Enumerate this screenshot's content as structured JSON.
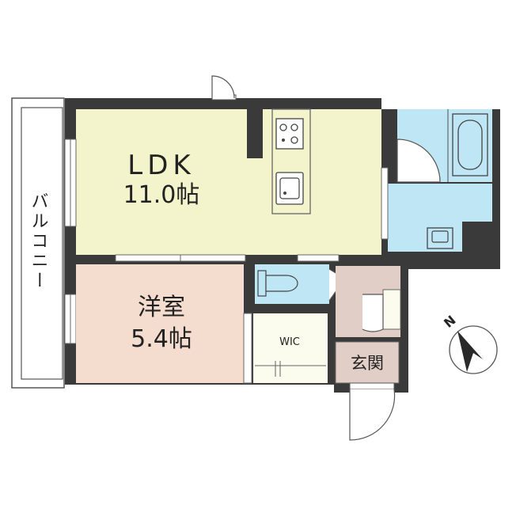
{
  "rooms": {
    "ldk": {
      "name": "LDK",
      "area": "11.0帖"
    },
    "western": {
      "name": "洋室",
      "area": "5.4帖"
    },
    "wic": {
      "name": "WIC"
    },
    "entrance": {
      "name": "玄関"
    }
  },
  "balcony": {
    "label": "バルコニー"
  },
  "compass": {
    "letter": "N",
    "icon": "north-arrow-icon"
  },
  "colors": {
    "wall": "#3a3a3a",
    "ldk": "#f4f4cc",
    "western": "#f4dccf",
    "wet_area": "#bfe6f4",
    "entrance": "#e0cec7",
    "wic": "#fbfbee",
    "balcony": "#ffffff"
  }
}
